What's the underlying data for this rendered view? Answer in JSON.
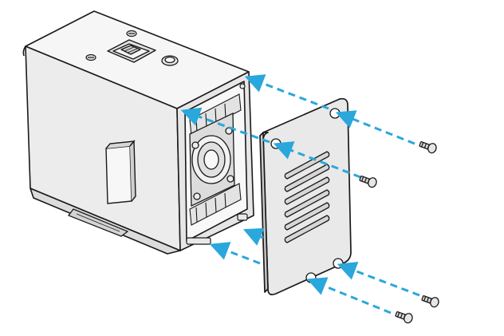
{
  "figure": {
    "description_visible_text": "",
    "colors": {
      "arrow": "#2aa7dc",
      "outline": "#1a1a1a",
      "housing_light": "#f4f4f4",
      "housing_mid": "#e4e4e4",
      "housing_dark": "#cfcfcf",
      "panel": "#e9e9e9",
      "panel_edge": "#c8c8c8",
      "screw": "#d8d8d8"
    },
    "parts": {
      "housing": "enclosure-housing",
      "ethernet": "ethernet-port",
      "button": "push-button",
      "fan": "cooling-fan",
      "heatsink": "heatsink-fins",
      "cover_plate": "vented-cover-plate",
      "screws": [
        "screw-top-right",
        "screw-middle",
        "screw-bottom-right",
        "screw-bottom"
      ]
    }
  }
}
